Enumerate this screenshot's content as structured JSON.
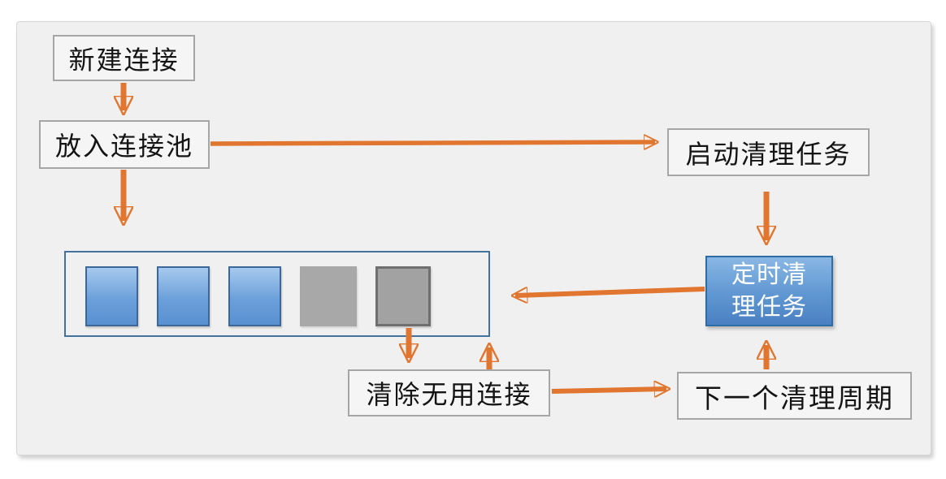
{
  "diagram": {
    "title": "connection-pool-cleanup-flow",
    "nodes": {
      "new_connection": {
        "label": "新建连接"
      },
      "add_to_pool": {
        "label": "放入连接池"
      },
      "start_cleanup_task": {
        "label": "启动清理任务"
      },
      "timed_cleanup_task": {
        "label": "定时清理任务"
      },
      "clear_unused": {
        "label": "清除无用连接"
      },
      "next_cleanup_cycle": {
        "label": "下一个清理周期"
      }
    },
    "pool": {
      "squares": [
        "active",
        "active",
        "active",
        "idle",
        "idle-bordered"
      ],
      "active_count": 3,
      "idle_count": 2
    },
    "edges": [
      {
        "from": "new_connection",
        "to": "add_to_pool"
      },
      {
        "from": "add_to_pool",
        "to": "connection_pool"
      },
      {
        "from": "add_to_pool",
        "to": "start_cleanup_task"
      },
      {
        "from": "start_cleanup_task",
        "to": "timed_cleanup_task"
      },
      {
        "from": "timed_cleanup_task",
        "to": "connection_pool"
      },
      {
        "from": "idle_connection",
        "to": "clear_unused"
      },
      {
        "from": "clear_unused",
        "to": "connection_pool"
      },
      {
        "from": "clear_unused",
        "to": "next_cleanup_cycle"
      },
      {
        "from": "next_cleanup_cycle",
        "to": "timed_cleanup_task"
      }
    ],
    "colors": {
      "arrow": "#e0762f",
      "pool_border": "#41719c",
      "active_square": "#5890d1",
      "idle_square": "#a8a8a8",
      "task_box_fill": "#5f97d2",
      "box_border": "#a6a6a6",
      "panel_bg": "#f0f0f0",
      "text": "#141414"
    }
  }
}
